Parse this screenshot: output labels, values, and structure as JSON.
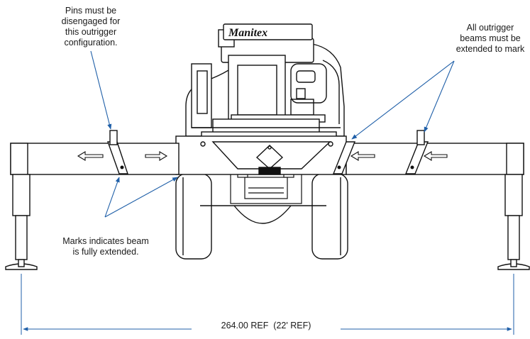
{
  "notes": {
    "pins": [
      "Pins must be",
      "disengaged for",
      "this outrigger",
      "configuration."
    ],
    "beams": [
      "All outrigger",
      "beams must be",
      "extended to mark"
    ],
    "marks": [
      "Marks indicates  beam",
      "is fully extended."
    ]
  },
  "dimension": {
    "label": "264.00 REF  (22' REF)"
  },
  "brand": {
    "logo_text": "Manitex"
  },
  "colors": {
    "callout": "#1f5fa8",
    "linework": "#111111"
  }
}
